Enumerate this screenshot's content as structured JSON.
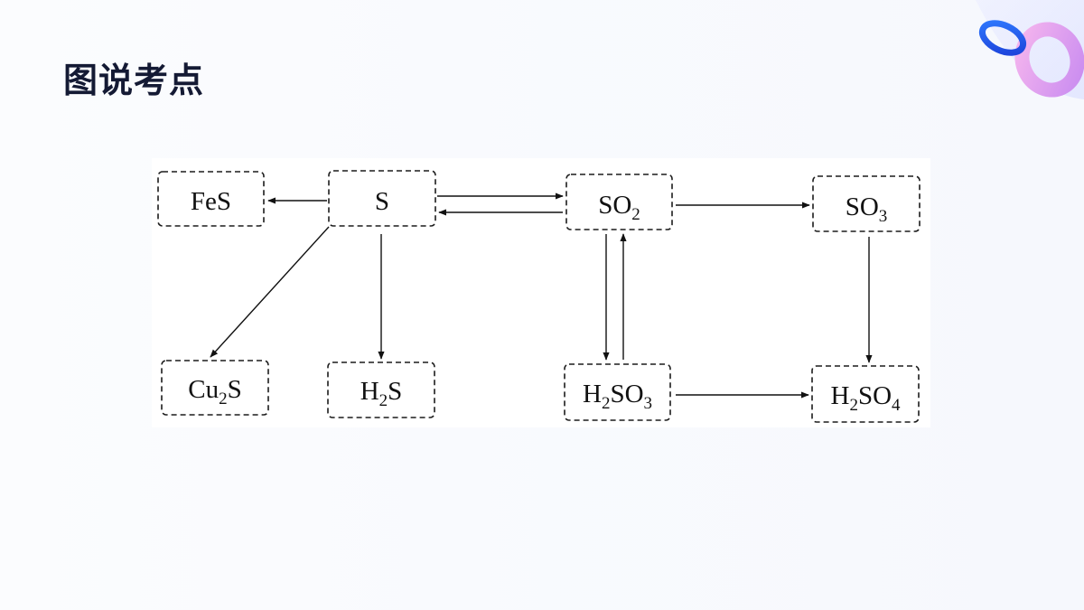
{
  "page": {
    "title": "图说考点"
  },
  "diagram": {
    "nodes": {
      "fes": {
        "label": "FeS"
      },
      "s": {
        "label": "S"
      },
      "so2": {
        "main": "SO",
        "sub": "2"
      },
      "so3": {
        "main": "SO",
        "sub": "3"
      },
      "cu2s": {
        "pre": "Cu",
        "sub": "2",
        "post": "S"
      },
      "h2s": {
        "pre": "H",
        "sub": "2",
        "post": "S"
      },
      "h2so3": {
        "pre": "H",
        "sub1": "2",
        "mid": "SO",
        "sub2": "3"
      },
      "h2so4": {
        "pre": "H",
        "sub1": "2",
        "mid": "SO",
        "sub2": "4"
      }
    },
    "edges": [
      {
        "from": "S",
        "to": "FeS"
      },
      {
        "from": "S",
        "to": "SO2"
      },
      {
        "from": "SO2",
        "to": "S"
      },
      {
        "from": "SO2",
        "to": "SO3"
      },
      {
        "from": "S",
        "to": "Cu2S"
      },
      {
        "from": "S",
        "to": "H2S"
      },
      {
        "from": "SO2",
        "to": "H2SO3"
      },
      {
        "from": "H2SO3",
        "to": "SO2"
      },
      {
        "from": "SO3",
        "to": "H2SO4"
      },
      {
        "from": "H2SO3",
        "to": "H2SO4"
      }
    ],
    "colors": {
      "line": "#111111",
      "box_border": "#1c1c1c",
      "panel": "#ffffff"
    }
  }
}
